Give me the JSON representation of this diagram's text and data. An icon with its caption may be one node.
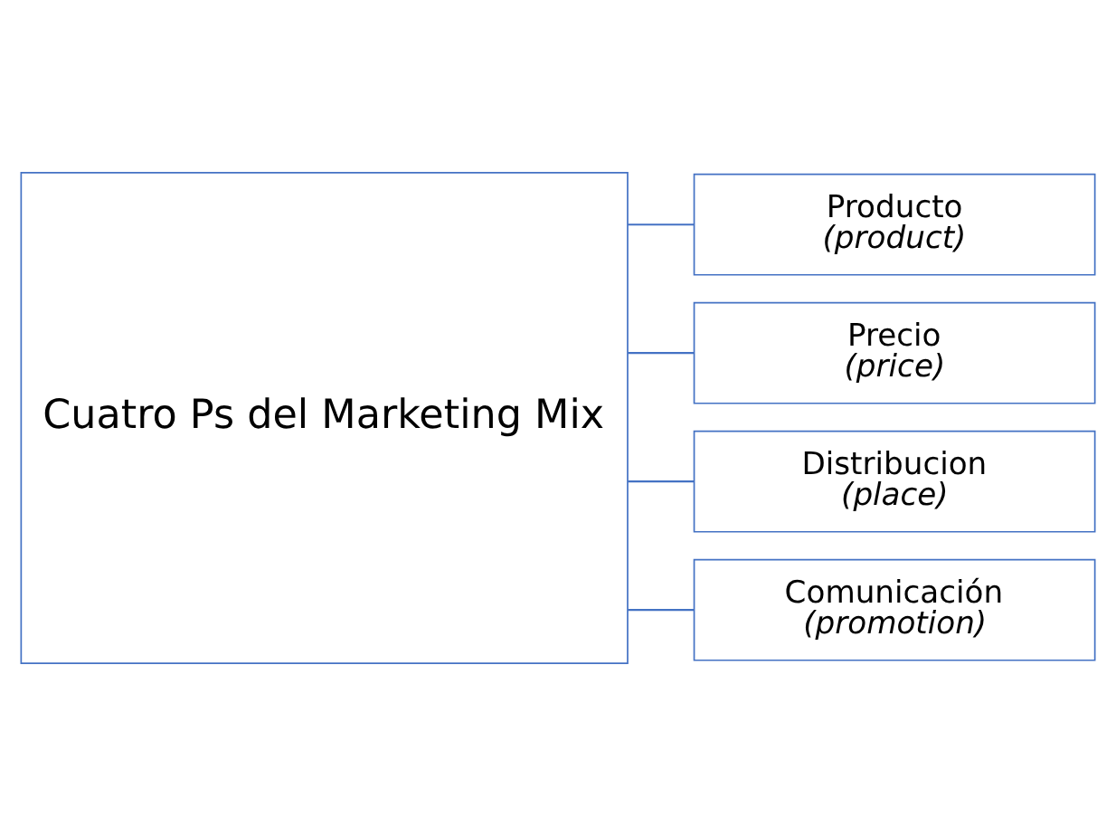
{
  "diagram": {
    "nodes": [
      {
        "text": [
          "Cuatro Ps del Marketing Mix"
        ]
      },
      {
        "text": [
          "Producto",
          "(product)"
        ]
      },
      {
        "text": [
          "Precio",
          "(price)"
        ]
      },
      {
        "text": [
          "Distribucion",
          "(place)"
        ]
      },
      {
        "text": [
          "Comunicación",
          "(promotion)"
        ]
      }
    ],
    "edges": [
      {
        "from": 0,
        "to": 1,
        "arrow": "none"
      },
      {
        "from": 0,
        "to": 2,
        "arrow": "none"
      },
      {
        "from": 0,
        "to": 3,
        "arrow": "none"
      },
      {
        "from": 0,
        "to": 4,
        "arrow": "none"
      }
    ]
  }
}
